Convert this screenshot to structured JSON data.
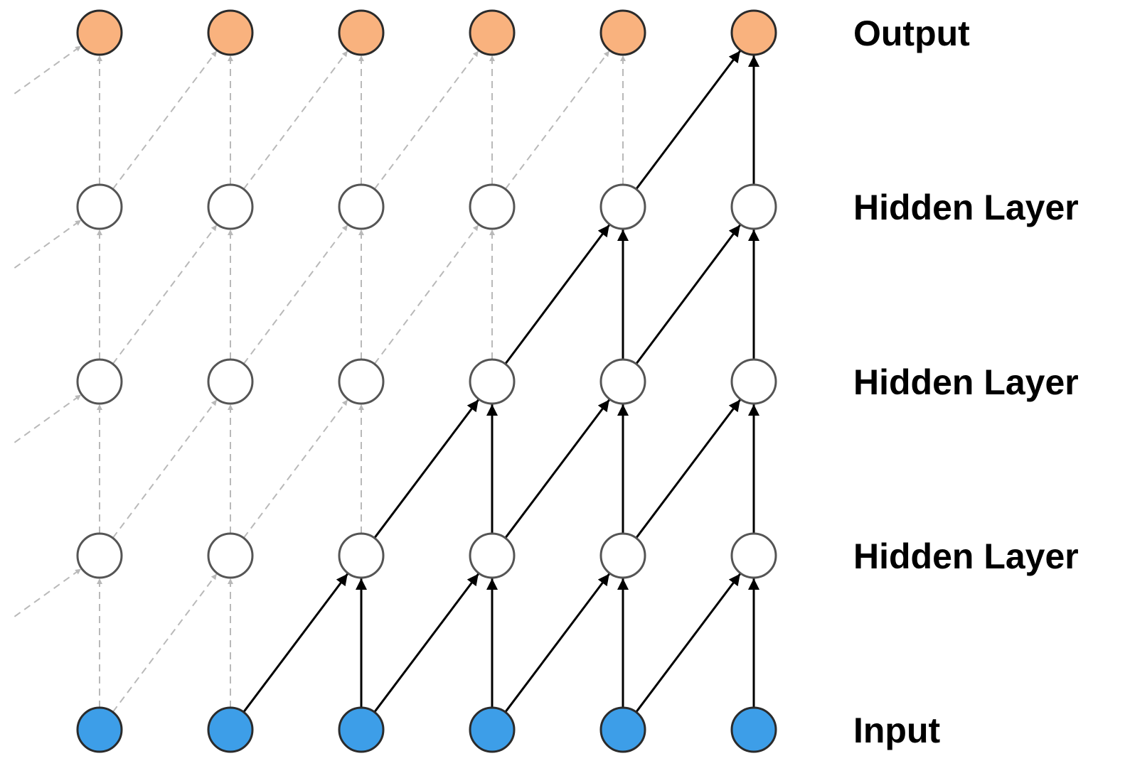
{
  "layers": [
    {
      "label": "Output",
      "kind": "output"
    },
    {
      "label": "Hidden Layer",
      "kind": "hidden"
    },
    {
      "label": "Hidden Layer",
      "kind": "hidden"
    },
    {
      "label": "Hidden Layer",
      "kind": "hidden"
    },
    {
      "label": "Input",
      "kind": "input"
    }
  ],
  "columns": 6,
  "colors": {
    "output_fill": "#f9b27e",
    "hidden_fill": "#ffffff",
    "input_fill": "#3d9ee8",
    "node_stroke": "#2b2b2b",
    "active_edge": "#000000",
    "inactive_edge": "#b9b9b9"
  }
}
